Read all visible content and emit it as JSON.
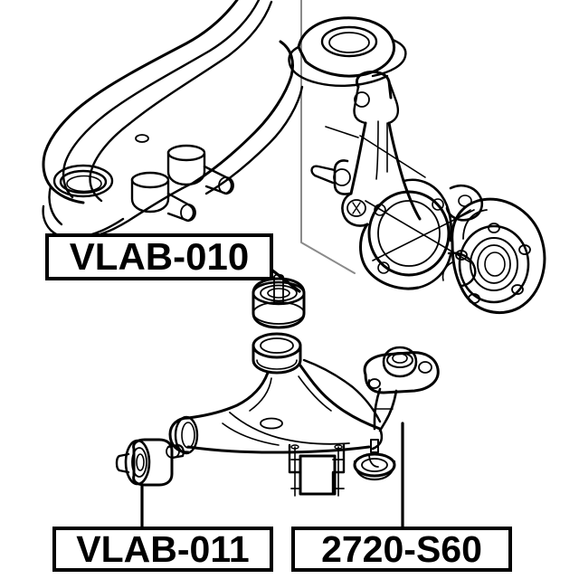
{
  "diagram": {
    "title": "Front suspension exploded parts diagram",
    "background_color": "#ffffff",
    "line_color": "#000000",
    "centerline_color": "#808080",
    "callouts": [
      {
        "id": "vlab-010",
        "label": "VLAB-010",
        "part_name": "upper-control-arm-bushing",
        "leader": "diagonal from plate right edge down-right to bushing"
      },
      {
        "id": "vlab-011",
        "label": "VLAB-011",
        "part_name": "lower-control-arm-bushing",
        "leader": "vertical from bushing down to plate top edge"
      },
      {
        "id": "2720-s60",
        "label": "2720-S60",
        "part_name": "lower-ball-joint",
        "leader": "vertical from ball joint down to plate top edge"
      }
    ],
    "components": [
      {
        "name": "upper-control-arm",
        "position": "top-left"
      },
      {
        "name": "steering-knuckle",
        "position": "top-right"
      },
      {
        "name": "wheel-hub-bearing",
        "position": "right"
      },
      {
        "name": "upper-arm-bushing",
        "position": "middle-left"
      },
      {
        "name": "lower-control-arm",
        "position": "bottom-center"
      },
      {
        "name": "lower-arm-bushing",
        "position": "bottom-left"
      },
      {
        "name": "lower-ball-joint",
        "position": "bottom-right"
      }
    ]
  }
}
